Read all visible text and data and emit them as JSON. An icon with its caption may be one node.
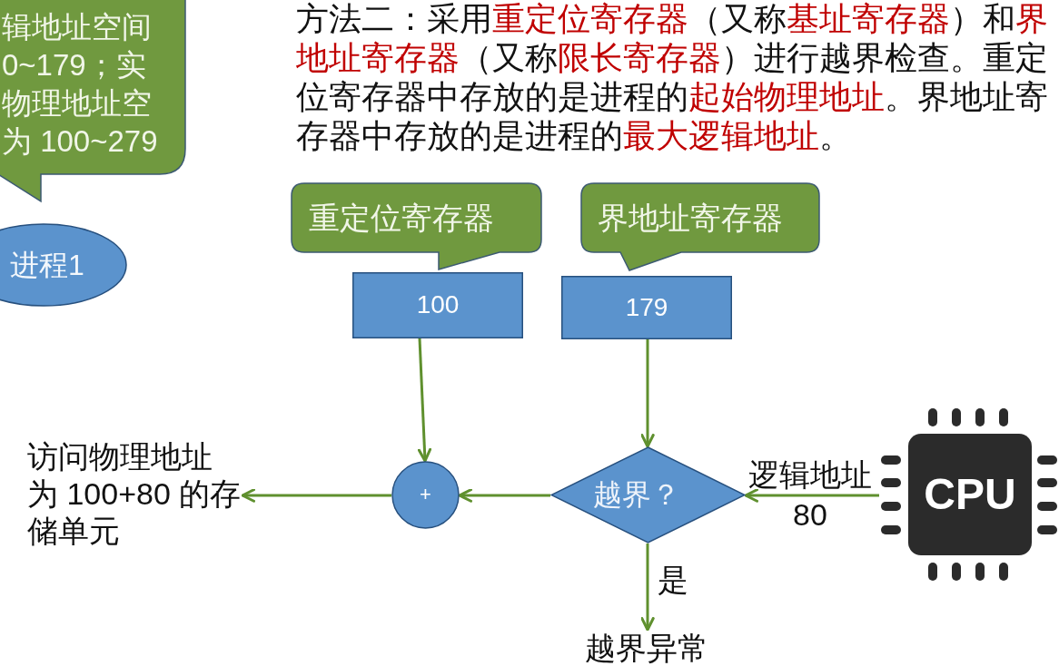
{
  "diagram": {
    "nodes": [
      {
        "text": [
          "辑地址空间0~179；实物理地址空为 100~279"
        ]
      },
      {
        "text": [
          "进程1"
        ]
      },
      {
        "text": [
          "重定位寄存器"
        ]
      },
      {
        "text": [
          "界地址寄存器"
        ]
      },
      {
        "text": [
          "100"
        ]
      },
      {
        "text": [
          "179"
        ]
      },
      {
        "text": [
          "+"
        ]
      },
      {
        "text": [
          "越界？"
        ]
      },
      {
        "text": [
          "访问物理地址为 100+80 的存储单元"
        ]
      },
      {
        "text": [
          "CPU"
        ]
      },
      {
        "text": [
          "越界异常"
        ]
      }
    ],
    "edges": [
      {
        "from": 4,
        "to": 6,
        "arrow": "to"
      },
      {
        "from": 5,
        "to": 7,
        "arrow": "to"
      },
      {
        "from": 9,
        "to": 7,
        "arrow": "to",
        "label": "逻辑地址 80"
      },
      {
        "from": 7,
        "to": 6,
        "arrow": "to"
      },
      {
        "from": 6,
        "to": 8,
        "arrow": "to"
      },
      {
        "from": 7,
        "to": 10,
        "arrow": "to",
        "label": "是"
      }
    ],
    "labels": [
      "方法二：采用**重定位寄存器**（又称**基址寄存器**）和**界地址寄存器**（又称**限长寄存器**）进行越界检查。重定位寄存器中存放的是进程的**起始物理地址**。界地址寄存器中存放的是进程的**最大逻辑地址**。"
    ]
  }
}
